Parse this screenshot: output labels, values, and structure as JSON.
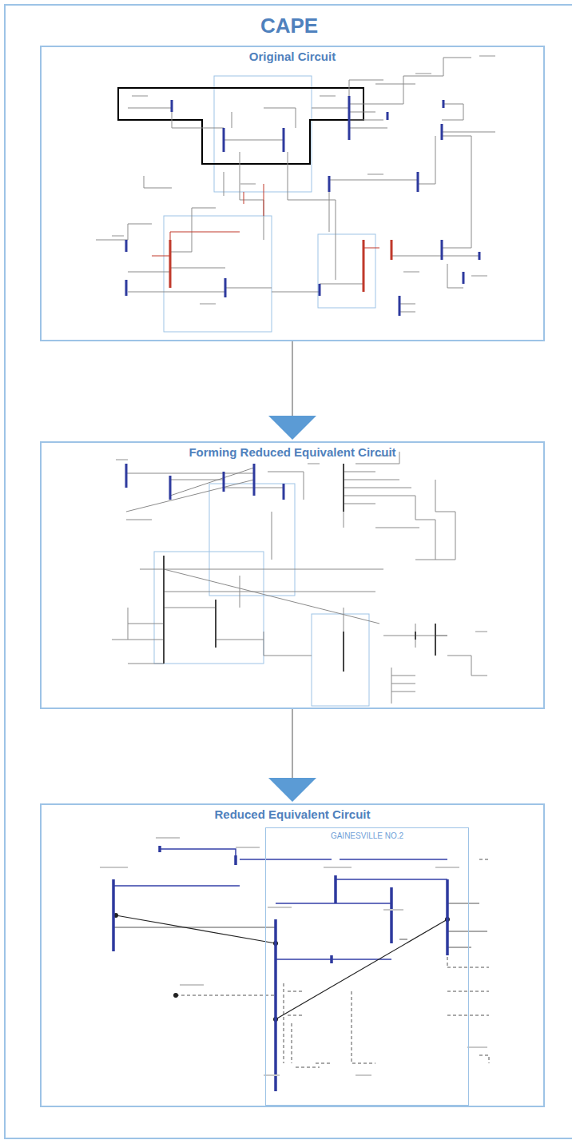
{
  "diagram": {
    "nodes": [
      {
        "text": [
          "CAPE"
        ]
      },
      {
        "text": [
          "Original Circuit"
        ],
        "in": 0
      },
      {
        "text": [
          "Forming Reduced Equivalent Circuit"
        ],
        "in": 0
      },
      {
        "text": [
          "Reduced Equivalent Circuit"
        ],
        "in": 0
      },
      {
        "text": [
          "GAINESVILLE NO.2"
        ],
        "in": 3
      }
    ],
    "edges": [
      {
        "from": 1,
        "to": 2,
        "arrow": "to"
      },
      {
        "from": 2,
        "to": 3,
        "arrow": "to"
      }
    ]
  }
}
